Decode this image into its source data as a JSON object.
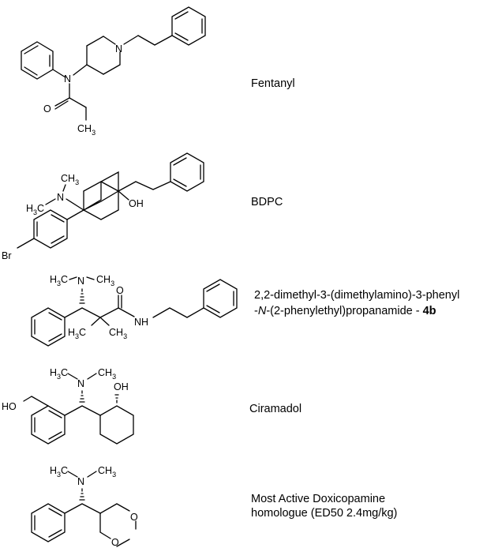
{
  "compounds": [
    {
      "name": "Fentanyl",
      "atoms": {
        "n_amide": "N",
        "n_ring": "N",
        "o": "O",
        "ch3": "CH",
        "ch3_sub": "3"
      }
    },
    {
      "name": "BDPC",
      "atoms": {
        "ch3": "CH",
        "ch3_sub": "3",
        "n": "N",
        "h3c": "H",
        "h3c_sub": "3",
        "h3c_c": "C",
        "oh": "OH",
        "br": "Br"
      }
    },
    {
      "name_line1": "2,2-dimethyl-3-(dimethylamino)-3-phenyl",
      "name_line2_pre": "-",
      "name_line2_italic": "N",
      "name_line2_mid": "-(2-phenylethyl)propanamide - ",
      "name_line2_bold": "4b",
      "atoms": {
        "h3c": "H",
        "h3c_sub": "3",
        "h3c_c": "C",
        "n": "N",
        "ch3": "CH",
        "ch3_sub": "3",
        "o": "O",
        "nh": "NH",
        "h3c2": "H",
        "h3c2_sub": "3",
        "h3c2_c": "C",
        "ch3b": "CH",
        "ch3b_sub": "3"
      }
    },
    {
      "name": "Ciramadol",
      "atoms": {
        "h3c": "H",
        "h3c_sub": "3",
        "h3c_c": "C",
        "n": "N",
        "ch3": "CH",
        "ch3_sub": "3",
        "oh": "OH",
        "ho": "HO"
      }
    },
    {
      "name_line1": "Most Active Doxicopamine",
      "name_line2": "homologue (ED50 2.4mg/kg)",
      "atoms": {
        "h3c": "H",
        "h3c_sub": "3",
        "h3c_c": "C",
        "n": "N",
        "ch3": "CH",
        "ch3_sub": "3",
        "o1": "O",
        "o2": "O"
      }
    }
  ]
}
